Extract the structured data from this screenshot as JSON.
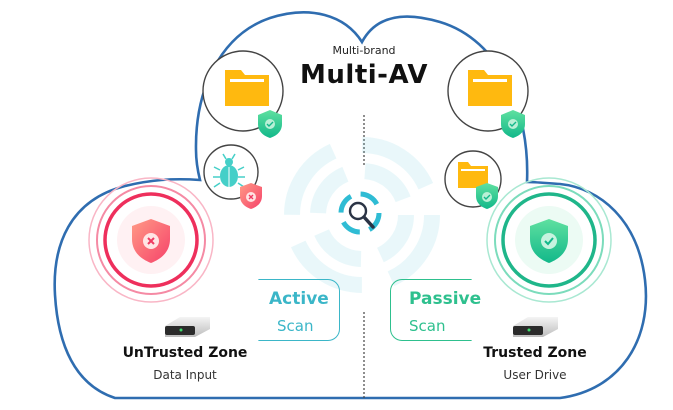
{
  "header": {
    "subtitle": "Multi-brand",
    "title": "Multi-AV"
  },
  "scan_modes": {
    "active": {
      "main": "Active",
      "sub": "Scan",
      "color": "#3bb6c8"
    },
    "passive": {
      "main": "Passive",
      "sub": "Scan",
      "color": "#2ec08e"
    }
  },
  "zones": {
    "untrusted": {
      "title": "UnTrusted Zone",
      "subtitle": "Data Input",
      "color": "#ef3b62"
    },
    "trusted": {
      "title": "Trusted Zone",
      "subtitle": "User Drive",
      "color": "#1fb68a"
    }
  },
  "colors": {
    "cloud_outline": "#2f6db0",
    "folder": "#ffb90f",
    "bug": "#45cfc8",
    "scan_arrows": "#2fbcd4"
  }
}
